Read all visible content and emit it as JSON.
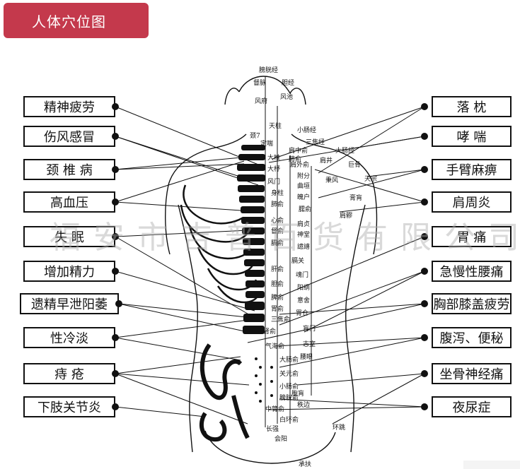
{
  "title": "人体穴位图",
  "left_conditions": [
    "精神疲劳",
    "伤风感冒",
    "颈 椎 病",
    "高血压",
    "失 眠",
    "增加精力",
    "遗精早泄阳萎",
    "性冷淡",
    "痔 疮",
    "下肢关节炎"
  ],
  "right_conditions": [
    "落 枕",
    "哮 喘",
    "手臂麻痹",
    "肩周炎",
    "胃 痛",
    "急慢性腰痛",
    "胸部膝盖疲劳",
    "腹泻、便秘",
    "坐骨神经痛",
    "夜尿症"
  ],
  "points": {
    "top": [
      "膀胱经",
      "督脉",
      "胆经"
    ],
    "spine": [
      "风府",
      "风池",
      "颈7",
      "天柱",
      "定喘",
      "大椎",
      "大杼",
      "风门",
      "肺俞",
      "身柱",
      "肺俞",
      "心俞",
      "督俞",
      "膈俞",
      "肝俞",
      "胆俞",
      "脾俞",
      "胃俞",
      "三焦俞",
      "肾俞",
      "气海俞",
      "大肠俞",
      "关元俞",
      "小肠俞",
      "膀胱俞",
      "中膂俞",
      "白环俞",
      "会阳",
      "长强",
      "承扶"
    ],
    "side": [
      "小肠经",
      "三焦经",
      "大肠经",
      "肩中俞",
      "肩外俞",
      "肩井",
      "巨骨",
      "附分",
      "曲垣",
      "秉风",
      "魄户",
      "臑俞",
      "天宗",
      "膏肓",
      "肩髎",
      "肩贞",
      "神堂",
      "譩譆",
      "膈关",
      "魂门",
      "阳纲",
      "意舍",
      "胃仓",
      "肓门",
      "志室",
      "腰眼",
      "胞肓",
      "秩边",
      "环跳"
    ]
  },
  "watermark": "福安市吉普百货有限公司"
}
